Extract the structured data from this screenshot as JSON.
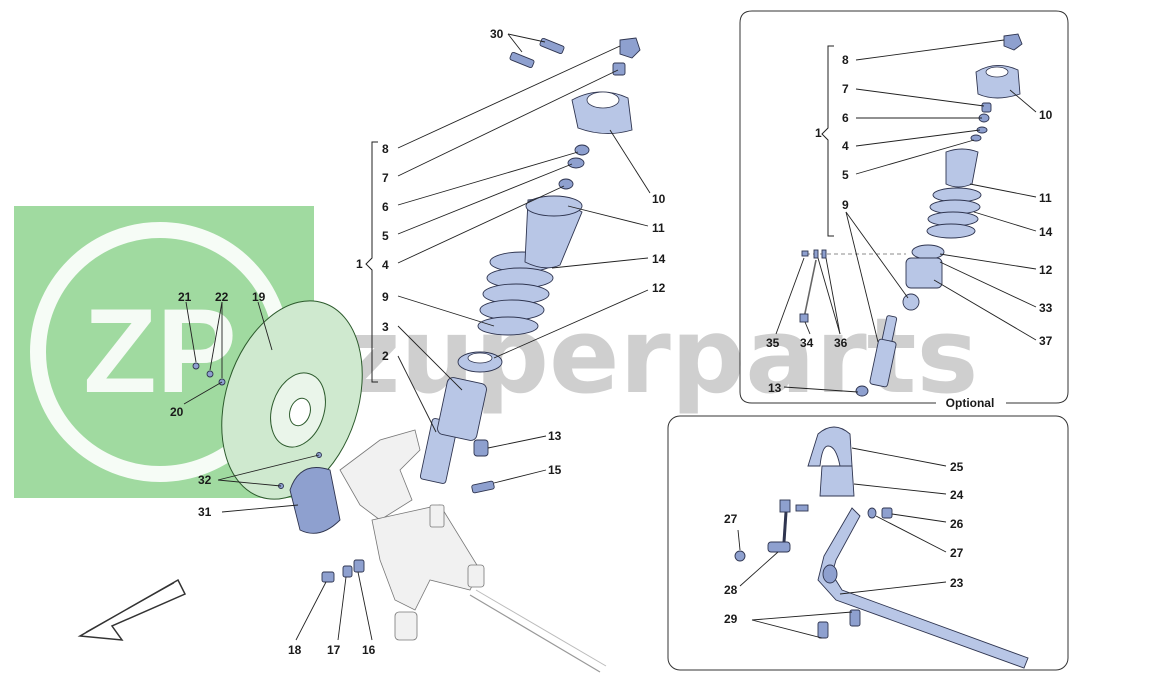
{
  "watermark": {
    "logo_text": "ZP",
    "brand_text": "zuperparts",
    "logo_color": "#8fd38f"
  },
  "panel_labels": {
    "optional": "Optional"
  },
  "callouts": {
    "n1": "1",
    "n2": "2",
    "n3": "3",
    "n4": "4",
    "n5": "5",
    "n6": "6",
    "n7": "7",
    "n8": "8",
    "n9": "9",
    "n10": "10",
    "n11": "11",
    "n12": "12",
    "n13": "13",
    "n14": "14",
    "n15": "15",
    "n16": "16",
    "n17": "17",
    "n18": "18",
    "n19": "19",
    "n20": "20",
    "n21": "21",
    "n22": "22",
    "n30": "30",
    "n31": "31",
    "n32": "32",
    "r1": "1",
    "r4": "4",
    "r5": "5",
    "r6": "6",
    "r7": "7",
    "r8": "8",
    "r9": "9",
    "r10": "10",
    "r11": "11",
    "r12": "12",
    "r13": "13",
    "r14": "14",
    "r33": "33",
    "r34": "34",
    "r35": "35",
    "r36": "36",
    "r37": "37",
    "s23": "23",
    "s24": "24",
    "s25": "25",
    "s26": "26",
    "s27a": "27",
    "s27b": "27",
    "s28": "28",
    "s29": "29"
  },
  "colors": {
    "part_fill": "#b8c6e6",
    "disc_fill": "#cfe9cf",
    "outline": "#2f3550"
  }
}
